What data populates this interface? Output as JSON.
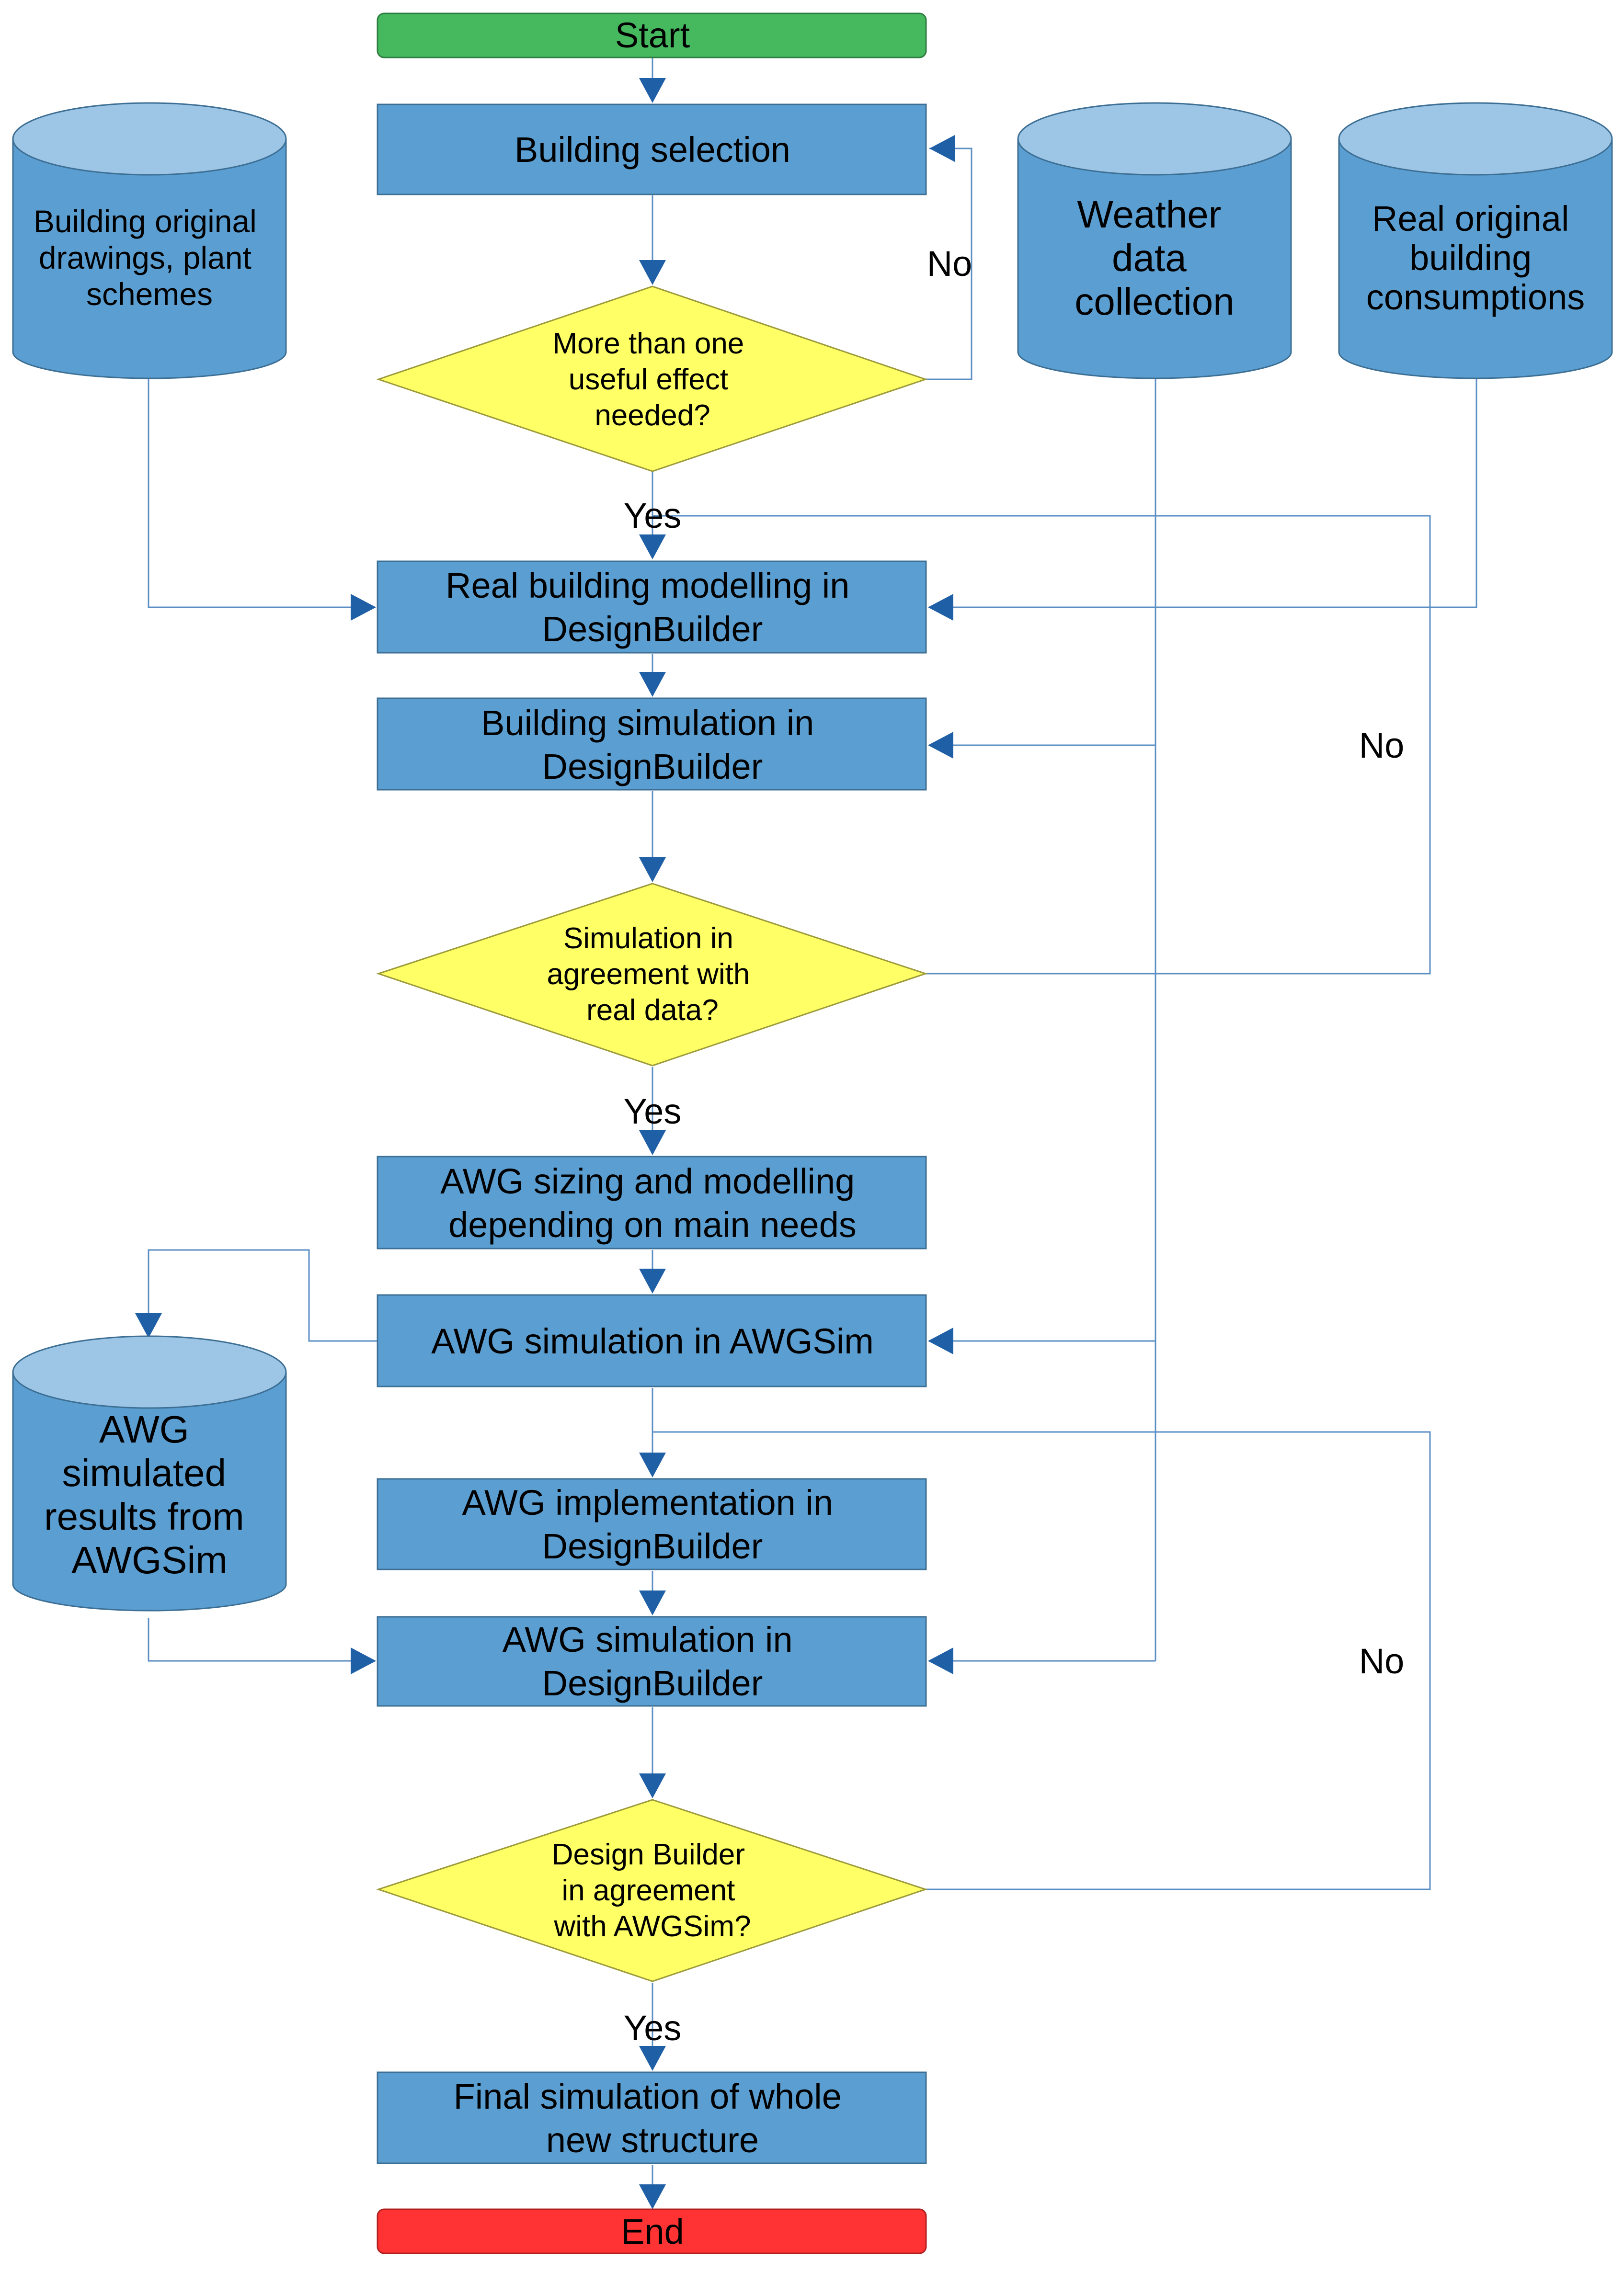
{
  "nodes": {
    "start": "Start",
    "building_selection": "Building selection",
    "decision_useful_effect": [
      "More than one",
      "useful effect",
      "needed?"
    ],
    "real_building_modelling": [
      "Real building modelling in",
      "DesignBuilder"
    ],
    "building_simulation": [
      "Building simulation in",
      "DesignBuilder"
    ],
    "decision_simulation_agreement": [
      "Simulation in",
      "agreement with",
      "real data?"
    ],
    "awg_sizing": [
      "AWG sizing and modelling",
      "depending on main needs"
    ],
    "awg_simulation_awgsim": "AWG simulation in AWGSim",
    "awg_implementation": [
      "AWG implementation in",
      "DesignBuilder"
    ],
    "awg_simulation_designbuilder": [
      "AWG simulation in",
      "DesignBuilder"
    ],
    "decision_designbuilder_agreement": [
      "Design Builder",
      "in agreement",
      "with AWGSim?"
    ],
    "final_simulation": [
      "Final simulation of whole",
      "new structure"
    ],
    "end": "End"
  },
  "databases": {
    "original_drawings": [
      "Building original",
      "drawings, plant",
      "schemes"
    ],
    "weather_data": [
      "Weather",
      "data",
      "collection"
    ],
    "real_consumptions": [
      "Real original",
      "building",
      "consumptions"
    ],
    "awg_simulated_results": [
      "AWG",
      "simulated",
      "results from",
      "AWGSim"
    ]
  },
  "edge_labels": {
    "no_1": "No",
    "yes_1": "Yes",
    "no_2": "No",
    "yes_2": "Yes",
    "no_3": "No",
    "yes_3": "Yes"
  },
  "colors": {
    "process": "#5b9fd2",
    "database_top": "#9dc6e6",
    "decision": "#ffff66",
    "start": "#46b95f",
    "end": "#ff3333",
    "connector": "#5b8fc4",
    "arrowhead": "#1f5fa6"
  }
}
